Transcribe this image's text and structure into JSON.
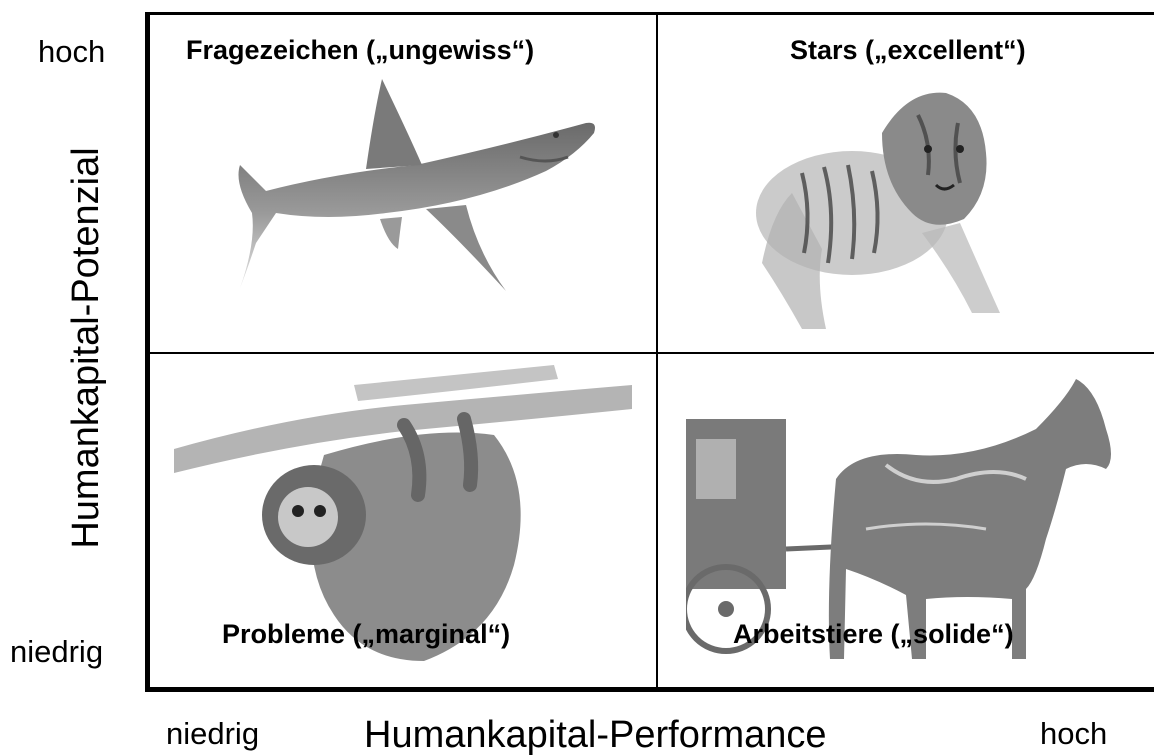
{
  "axes": {
    "y_title": "Humankapital-Potenzial",
    "y_high": "hoch",
    "y_low": "niedrig",
    "x_title": "Humankapital-Performance",
    "x_low": "niedrig",
    "x_high": "hoch"
  },
  "quadrants": {
    "top_left": {
      "label": "Fragezeichen („ungewiss“)",
      "picture": "shark-illustration"
    },
    "top_right": {
      "label": "Stars („excellent“)",
      "picture": "tiger-illustration"
    },
    "bottom_left": {
      "label": "Probleme („marginal“)",
      "picture": "sloth-illustration"
    },
    "bottom_right": {
      "label": "Arbeitstiere („solide“)",
      "picture": "horse-carriage-illustration"
    }
  },
  "colors": {
    "line": "#000000",
    "background": "#ffffff",
    "picture_gray": "#8c8c8c"
  }
}
